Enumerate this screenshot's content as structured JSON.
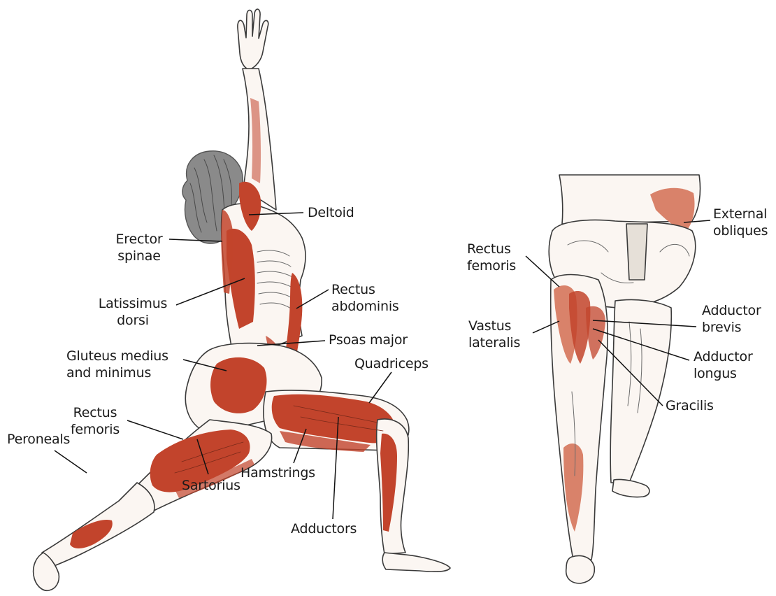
{
  "colors": {
    "muscle": "#c2442c",
    "muscle_light": "#d9826a",
    "outline": "#3a3a3a",
    "leader": "#111111",
    "hair": "#6f6f6f",
    "text": "#1a1a1a"
  },
  "labels": {
    "deltoid": "Deltoid",
    "erector_spinae": "Erector\nspinae",
    "latissimus_dorsi": "Latissimus\ndorsi",
    "rectus_abdominis": "Rectus\nabdominis",
    "psoas_major": "Psoas major",
    "gluteus": "Gluteus medius\nand minimus",
    "quadriceps": "Quadriceps",
    "rectus_femoris_left": "Rectus\nfemoris",
    "peroneals": "Peroneals",
    "sartorius": "Sartorius",
    "hamstrings": "Hamstrings",
    "adductors": "Adductors",
    "external_obliques": "External\nobliques",
    "rectus_femoris_right": "Rectus\nfemoris",
    "adductor_brevis": "Adductor\nbrevis",
    "vastus_lateralis": "Vastus\nlateralis",
    "adductor_longus": "Adductor\nlongus",
    "gracilis": "Gracilis"
  }
}
